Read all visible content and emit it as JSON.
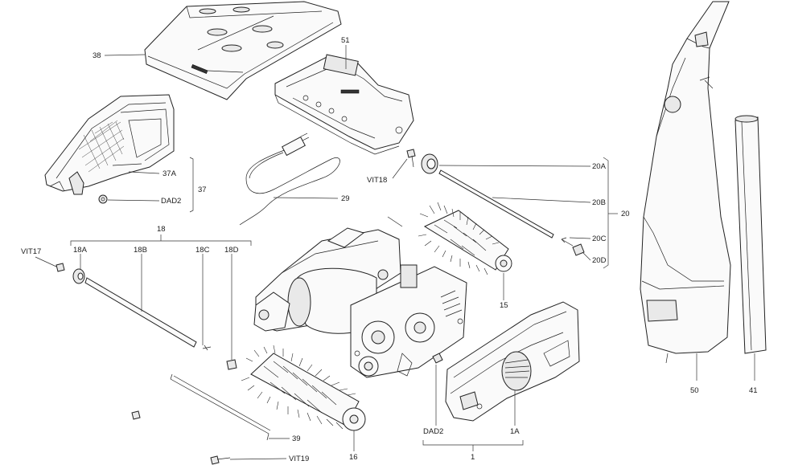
{
  "labels": {
    "p38": "38",
    "p51": "51",
    "p37A": "37A",
    "p37": "37",
    "pDAD2a": "DAD2",
    "p29": "29",
    "pVIT18": "VIT18",
    "p20A": "20A",
    "p20B": "20B",
    "p20": "20",
    "p20C": "20C",
    "p20D": "20D",
    "p18": "18",
    "pVIT17": "VIT17",
    "p18A": "18A",
    "p18B": "18B",
    "p18C": "18C",
    "p18D": "18D",
    "p15": "15",
    "p16": "16",
    "p39": "39",
    "pVIT19": "VIT19",
    "pDAD2b": "DAD2",
    "p1": "1",
    "p1A": "1A",
    "p50": "50",
    "p41": "41"
  }
}
